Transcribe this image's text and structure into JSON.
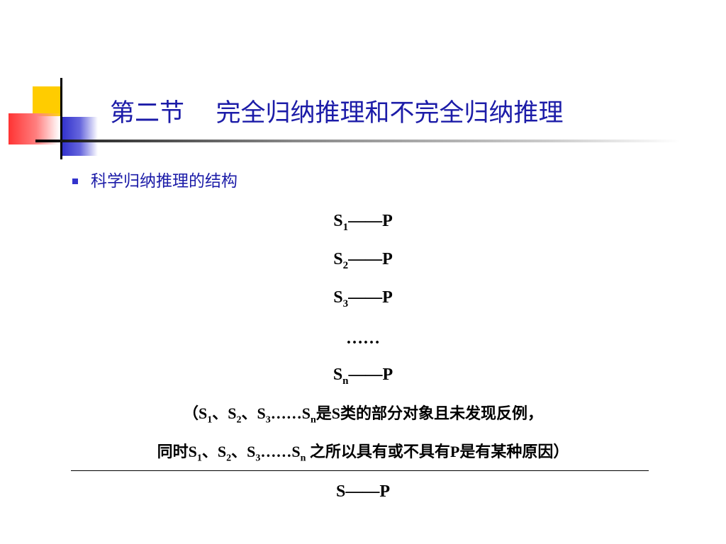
{
  "slide": {
    "title": "第二节    完全归纳推理和不完全归纳推理",
    "bullet": "科学归纳推理的结构",
    "premises": [
      {
        "base": "S",
        "sub": "1",
        "rest": "——P"
      },
      {
        "base": "S",
        "sub": "2",
        "rest": "——P"
      },
      {
        "base": "S",
        "sub": "3",
        "rest": "——P"
      }
    ],
    "ellipsis": "……",
    "premise_n": {
      "base": "S",
      "sub": "n",
      "rest": "——P"
    },
    "note_line1": {
      "t1": "（S",
      "s1": "1",
      "t2": "、S",
      "s2": "2",
      "t3": "、S",
      "s3": "3",
      "t4": "……S",
      "s4": "n",
      "t5": "是S类的部分对象且未发现反例，"
    },
    "note_line2": {
      "t1": "同时S",
      "s1": "1",
      "t2": "、S",
      "s2": "2",
      "t3": "、S",
      "s3": "3",
      "t4": "……S",
      "s4": "n",
      "t5": " 之所以具有或不具有P是有某种原因）"
    },
    "conclusion": "S——P"
  },
  "colors": {
    "title": "#1c1ca8",
    "bullet": "#3333cc",
    "deco_yellow": "#ffcc00",
    "deco_blue": "#3333cc",
    "deco_red": "#ff3333"
  }
}
